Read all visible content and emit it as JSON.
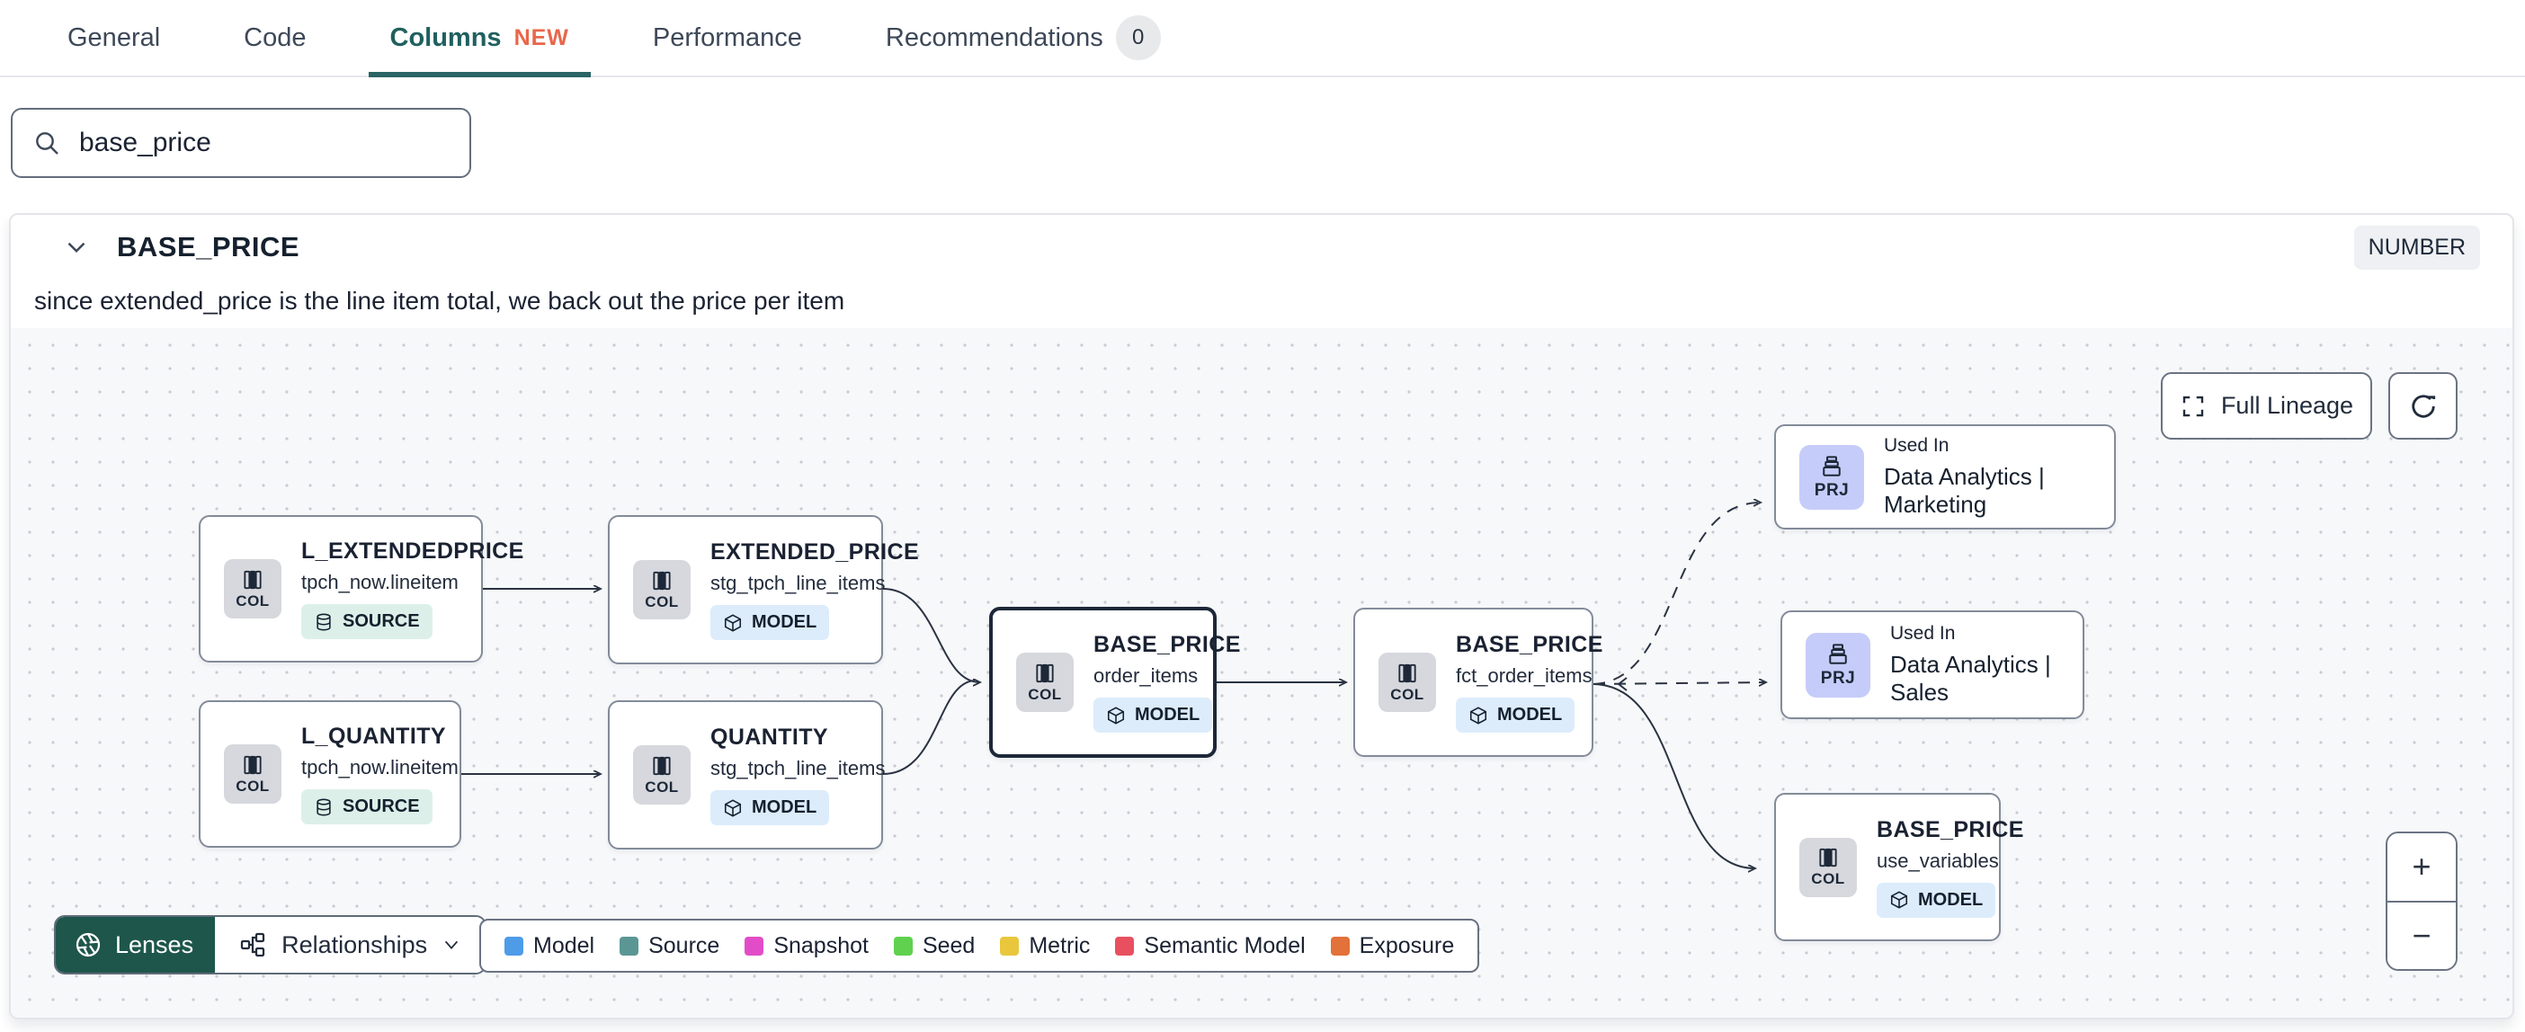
{
  "tabs": {
    "items": [
      {
        "label": "General"
      },
      {
        "label": "Code"
      },
      {
        "label": "Columns",
        "badge": "NEW",
        "active": true
      },
      {
        "label": "Performance"
      },
      {
        "label": "Recommendations",
        "count": "0"
      }
    ]
  },
  "search": {
    "value": "base_price"
  },
  "column_panel": {
    "name": "BASE_PRICE",
    "type_badge": "NUMBER",
    "description": "since extended_price is the line item total, we back out the price per item"
  },
  "lineage": {
    "full_lineage_label": "Full Lineage",
    "lenses_label": "Lenses",
    "relationships_label": "Relationships",
    "zoom_in_label": "+",
    "zoom_out_label": "−",
    "accent_colors": {
      "active_tab_teal": "#2a6465",
      "new_badge_orange": "#e8674a",
      "lenses_green": "#1e564b",
      "selected_node_border": "#1d2838"
    },
    "legend": [
      {
        "label": "Model",
        "color": "#4e9ce8"
      },
      {
        "label": "Source",
        "color": "#5a9794"
      },
      {
        "label": "Snapshot",
        "color": "#e24dc7"
      },
      {
        "label": "Seed",
        "color": "#5fd14e"
      },
      {
        "label": "Metric",
        "color": "#e9c73d"
      },
      {
        "label": "Semantic Model",
        "color": "#e8505f"
      },
      {
        "label": "Exposure",
        "color": "#e2713a"
      }
    ],
    "nodes": [
      {
        "icon_label": "COL",
        "title": "L_EXTENDEDPRICE",
        "subtitle": "tpch_now.lineitem",
        "badge": "SOURCE"
      },
      {
        "icon_label": "COL",
        "title": "EXTENDED_PRICE",
        "subtitle": "stg_tpch_line_items",
        "badge": "MODEL"
      },
      {
        "icon_label": "COL",
        "title": "L_QUANTITY",
        "subtitle": "tpch_now.lineitem",
        "badge": "SOURCE"
      },
      {
        "icon_label": "COL",
        "title": "QUANTITY",
        "subtitle": "stg_tpch_line_items",
        "badge": "MODEL"
      },
      {
        "icon_label": "COL",
        "title": "BASE_PRICE",
        "subtitle": "order_items",
        "badge": "MODEL",
        "selected": true
      },
      {
        "icon_label": "COL",
        "title": "BASE_PRICE",
        "subtitle": "fct_order_items",
        "badge": "MODEL"
      },
      {
        "icon_label": "PRJ",
        "used_in_label": "Used In",
        "title": "Data Analytics | Marketing"
      },
      {
        "icon_label": "PRJ",
        "used_in_label": "Used In",
        "title": "Data Analytics | Sales"
      },
      {
        "icon_label": "COL",
        "title": "BASE_PRICE",
        "subtitle": "use_variables",
        "badge": "MODEL"
      }
    ]
  }
}
